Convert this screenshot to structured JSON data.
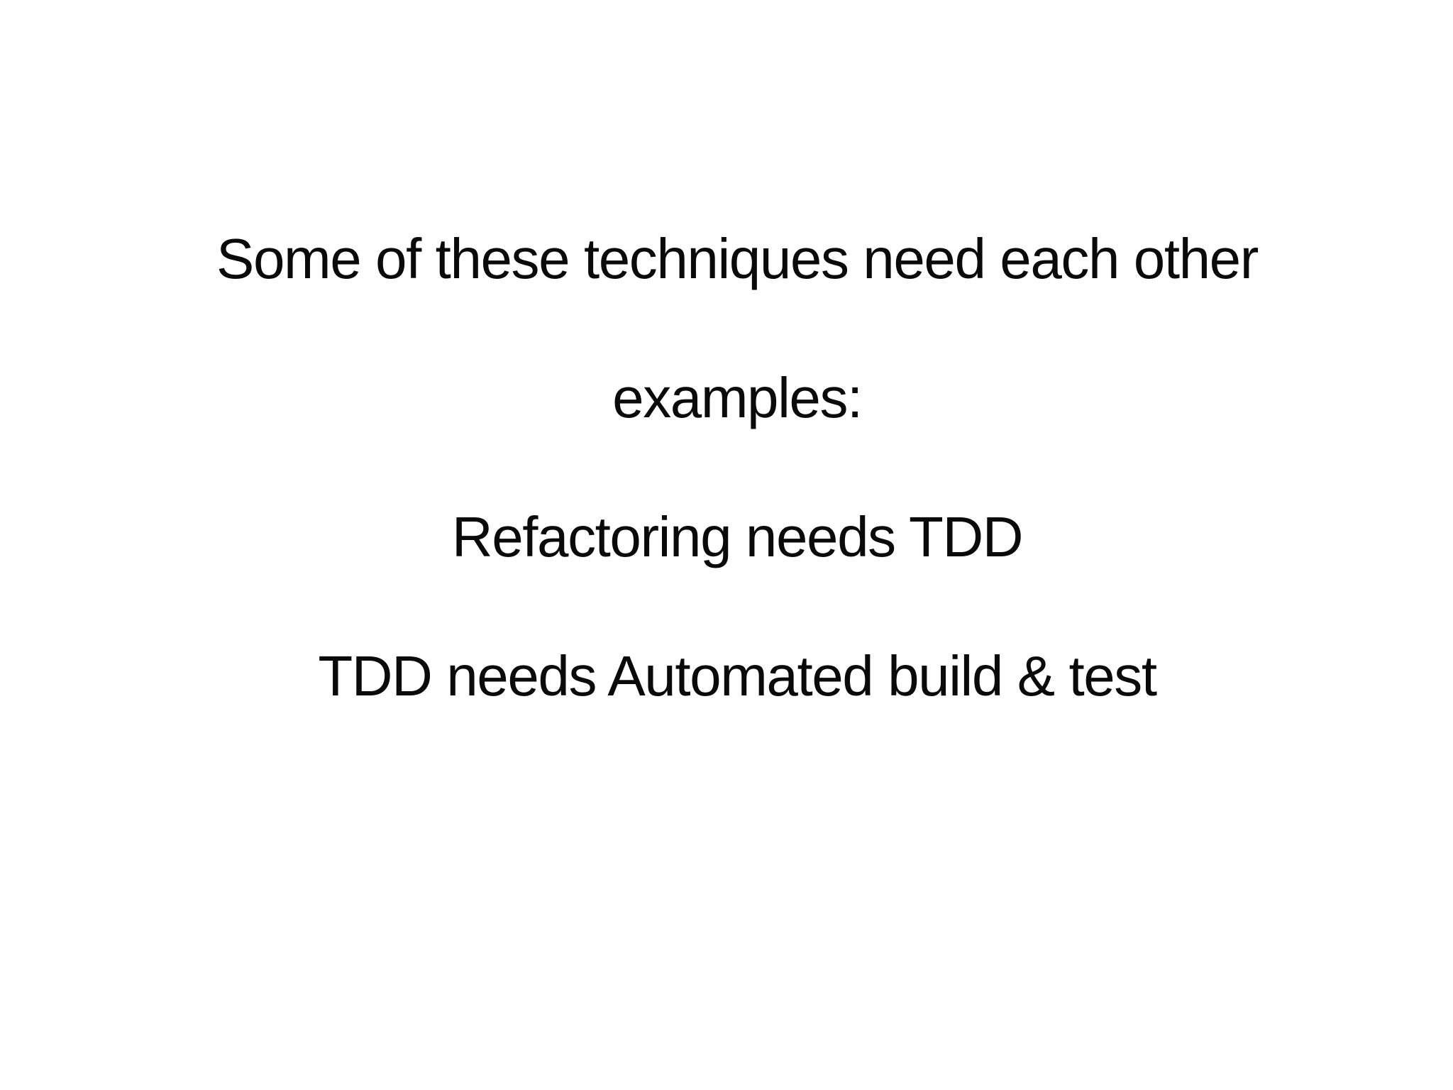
{
  "slide": {
    "background_color": "#ffffff",
    "text_color": "#0a0a0a",
    "lines": [
      "Some of these techniques need each other",
      "examples:",
      "Refactoring needs TDD",
      "TDD needs Automated build & test"
    ]
  }
}
